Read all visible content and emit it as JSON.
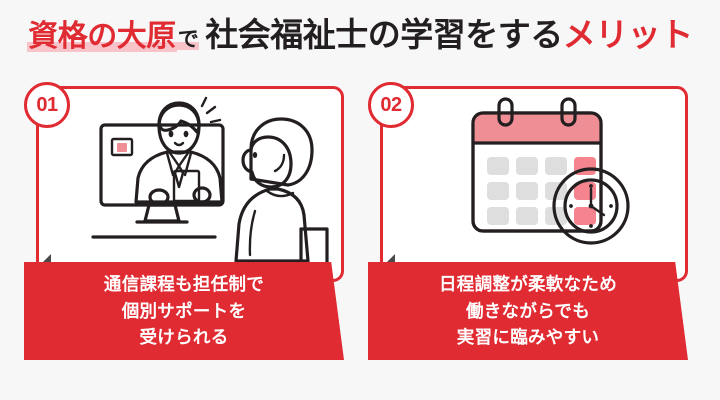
{
  "heading": {
    "brand": "資格の大原",
    "particle": "で",
    "main": "社会福祉士の学習をする",
    "accent": "メリット"
  },
  "colors": {
    "background": "#f7f7f7",
    "red": "#e02b32",
    "pink": "#f08e96",
    "pink_light": "#f9c3ca",
    "ink": "#231f20",
    "gray": "#d8d8d8",
    "notch": "#4a4a4a"
  },
  "cards": [
    {
      "number": "01",
      "illustration": "online-lesson-icon",
      "caption_lines": [
        "通信課程も担任制で",
        "個別サポートを",
        "受けられる"
      ]
    },
    {
      "number": "02",
      "illustration": "calendar-clock-icon",
      "caption_lines": [
        "日程調整が柔軟なため",
        "働きながらでも",
        "実習に臨みやすい"
      ]
    }
  ]
}
